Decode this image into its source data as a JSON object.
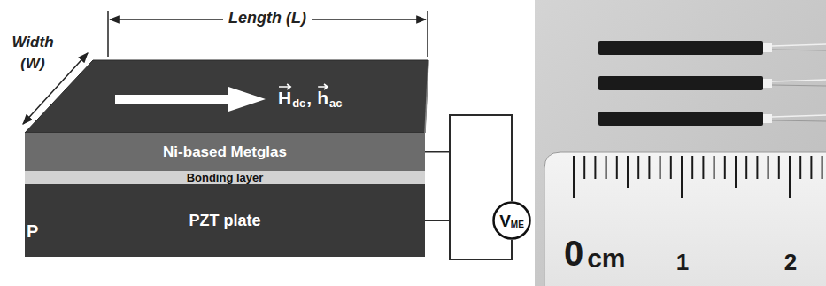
{
  "diagram": {
    "nodes": [
      {
        "text": [
          "Ni-based Metglas"
        ]
      },
      {
        "text": [
          "Bonding layer"
        ]
      },
      {
        "text": [
          "PZT plate"
        ]
      },
      {
        "text": [
          "V",
          "ME"
        ]
      }
    ],
    "edges": [
      {
        "from": 0,
        "to": 3,
        "arrow": "none"
      },
      {
        "from": 2,
        "to": 3,
        "arrow": "none"
      }
    ],
    "labels": [
      "Length (L)",
      "Width (W)",
      "H",
      "dc",
      ",",
      "h",
      "ac",
      "P",
      "0",
      "cm",
      "1",
      "2"
    ]
  }
}
